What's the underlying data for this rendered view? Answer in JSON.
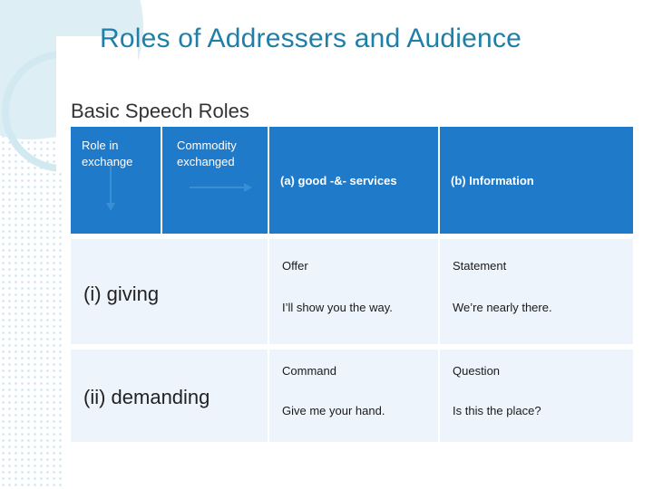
{
  "slide": {
    "title": "Roles of Addressers and Audience",
    "subtitle": "Basic Speech Roles"
  },
  "table": {
    "header": {
      "role_in_exchange": "Role in\nexchange",
      "commodity_exchanged": "Commodity\nexchanged",
      "col_a": "(a) good -&- services",
      "col_b": "(b) Information"
    },
    "rows": [
      {
        "role": "(i) giving",
        "a_label": "Offer",
        "a_example": "I’ll show you the way.",
        "b_label": "Statement",
        "b_example": "We’re nearly there."
      },
      {
        "role": "(ii) demanding",
        "a_label": "Command",
        "a_example": "Give me your hand.",
        "b_label": "Question",
        "b_example": "Is this the place?"
      }
    ]
  },
  "colors": {
    "title": "#1f7fa8",
    "header_band": "#1f7ac9",
    "row_fill": "#eef4fb",
    "arrow": "#3a8fd4"
  }
}
